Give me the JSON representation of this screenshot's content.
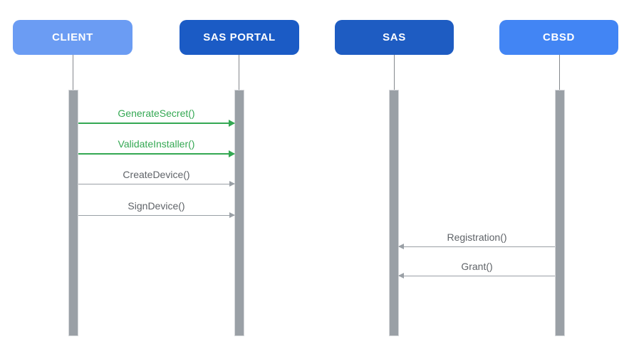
{
  "diagram": {
    "type": "sequence-diagram",
    "background": "#ffffff",
    "colors": {
      "actor_light_blue": "#6b9cf3",
      "actor_dark_blue": "#1b5bc5",
      "actor_bright_blue": "#4285f4",
      "message_green": "#34a853",
      "message_gray_text": "#5f6368",
      "arrow_gray": "#9aa0a6",
      "activation_bar_gray": "#9aa0a6"
    },
    "actors": [
      {
        "label": "CLIENT",
        "color": "#6b9cf3"
      },
      {
        "label": "SAS PORTAL",
        "color": "#1b5bc5"
      },
      {
        "label": "SAS",
        "color": "#1e5cc2"
      },
      {
        "label": "CBSD",
        "color": "#4285f4"
      }
    ],
    "messages": [
      {
        "label": "GenerateSecret()",
        "from": "CLIENT",
        "to": "SAS PORTAL",
        "style": "green",
        "direction": "right"
      },
      {
        "label": "ValidateInstaller()",
        "from": "CLIENT",
        "to": "SAS PORTAL",
        "style": "green",
        "direction": "right"
      },
      {
        "label": "CreateDevice()",
        "from": "CLIENT",
        "to": "SAS PORTAL",
        "style": "gray",
        "direction": "right"
      },
      {
        "label": "SignDevice()",
        "from": "CLIENT",
        "to": "SAS PORTAL",
        "style": "gray",
        "direction": "right"
      },
      {
        "label": "Registration()",
        "from": "CBSD",
        "to": "SAS",
        "style": "gray",
        "direction": "left"
      },
      {
        "label": "Grant()",
        "from": "CBSD",
        "to": "SAS",
        "style": "gray",
        "direction": "left"
      }
    ]
  }
}
